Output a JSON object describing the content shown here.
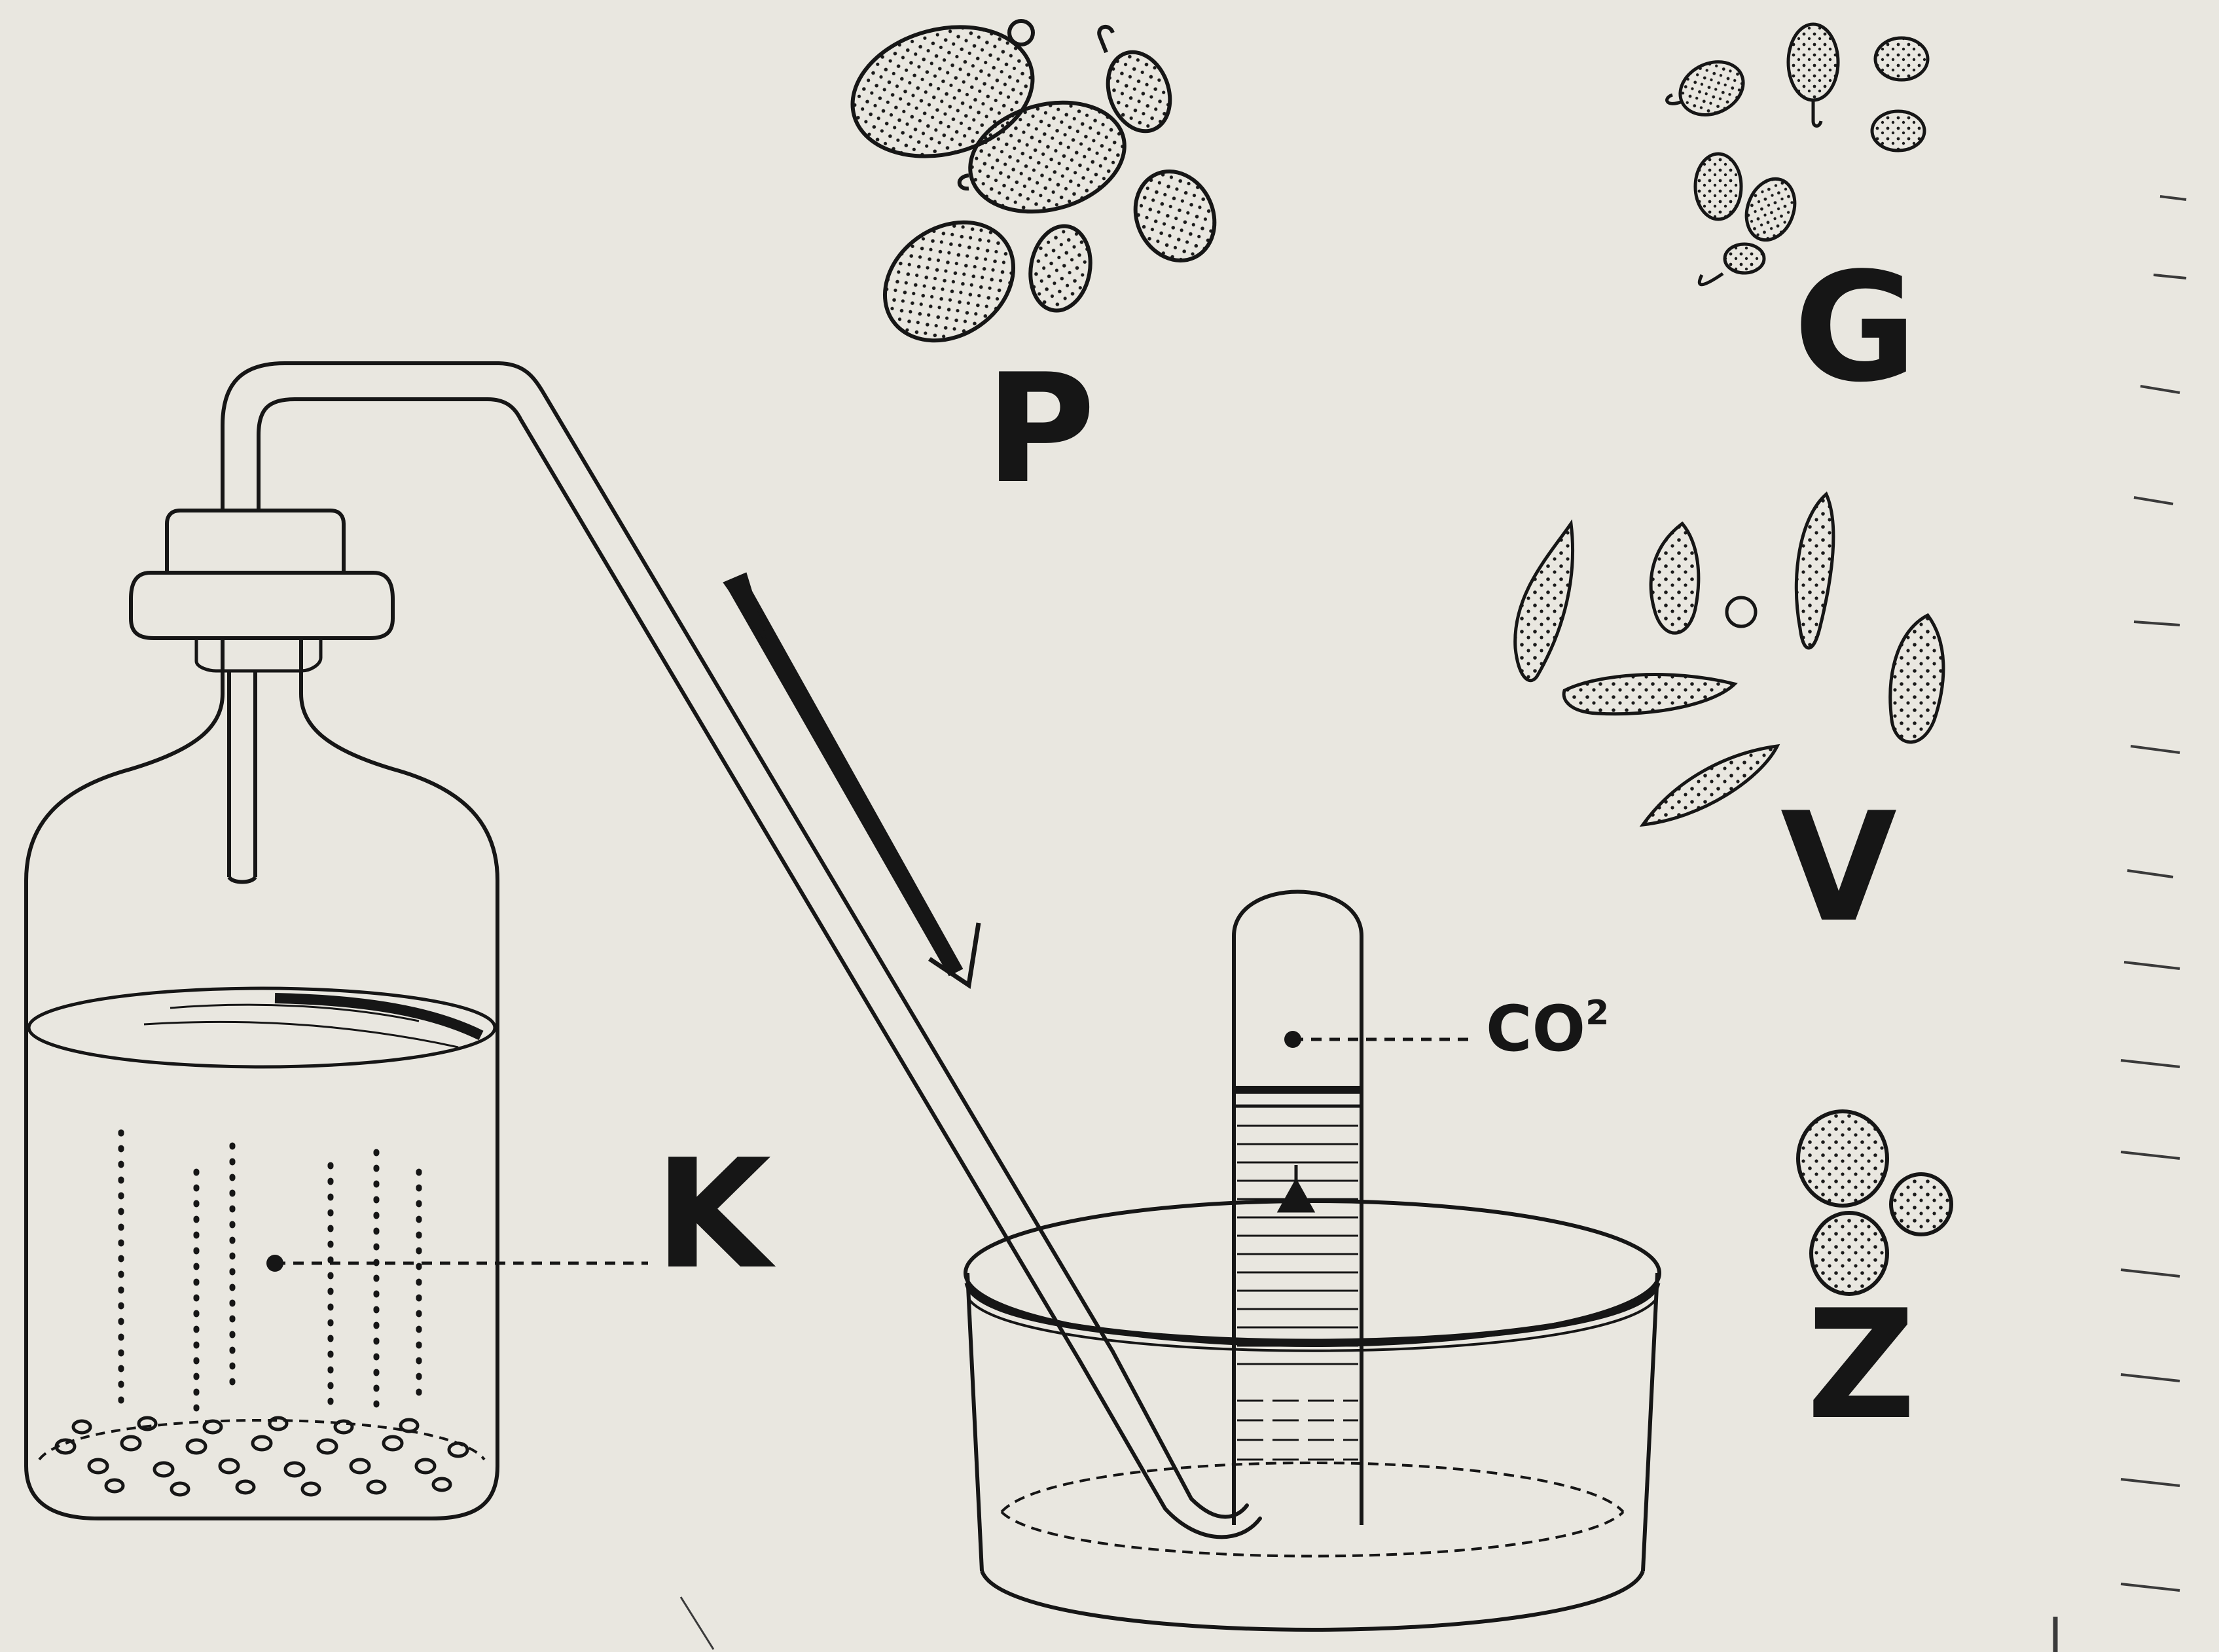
{
  "labels": {
    "P": "P",
    "G": "G",
    "V": "V",
    "Z": "Z",
    "K": "K",
    "co2": "CO",
    "co2_sub": "2"
  },
  "colors": {
    "paper": "#e9e7e0",
    "ink": "#161616"
  }
}
